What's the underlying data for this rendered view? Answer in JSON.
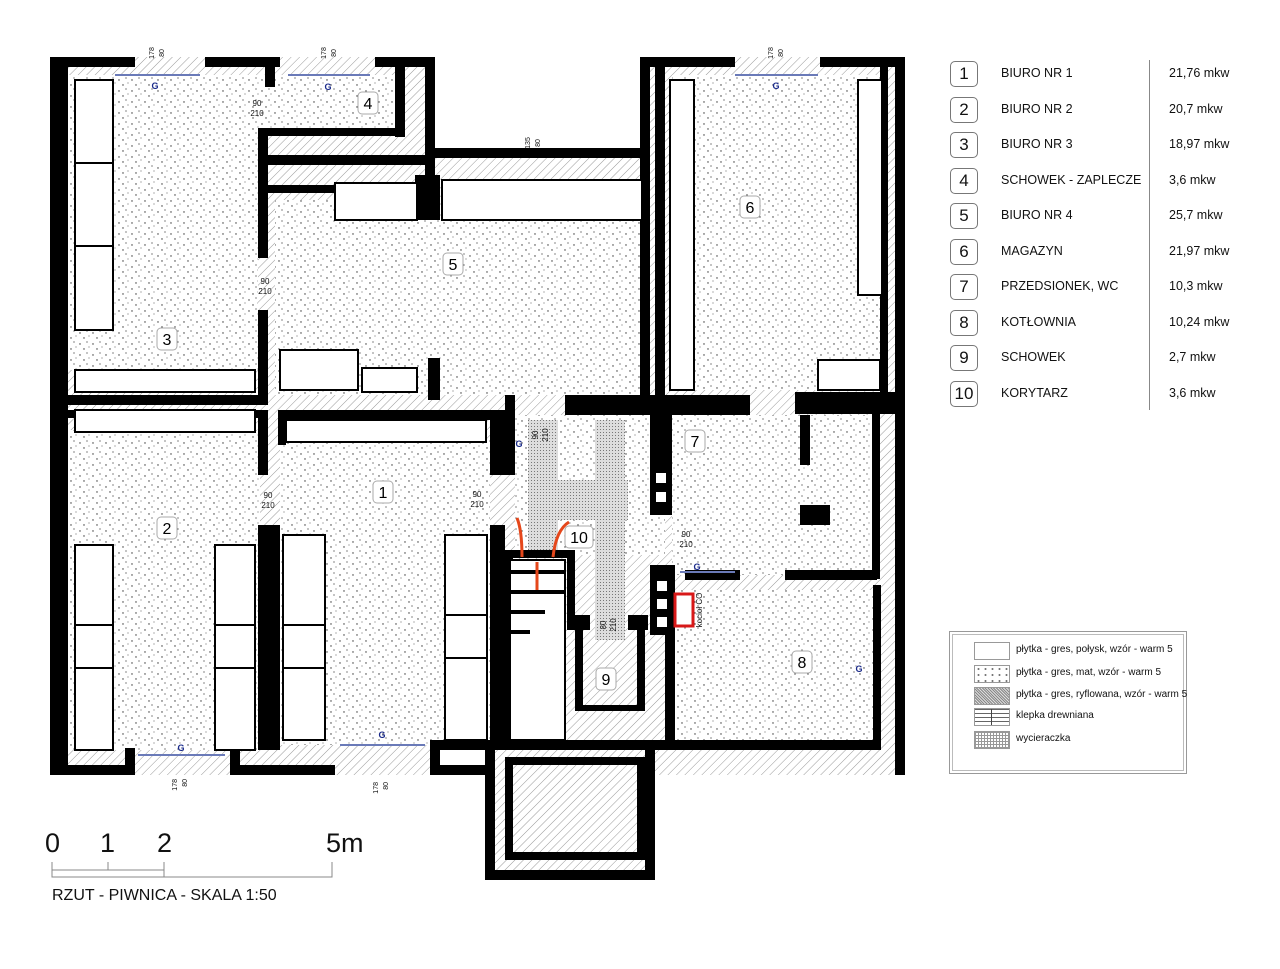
{
  "drawing_title": "RZUT - PIWNICA - SKALA 1:50",
  "scale_bar": {
    "labels": [
      "0",
      "1",
      "2",
      "5m"
    ]
  },
  "rooms": [
    {
      "num": "1",
      "name": "BIURO NR 1",
      "area": "21,76 mkw"
    },
    {
      "num": "2",
      "name": "BIURO NR 2",
      "area": "20,7 mkw"
    },
    {
      "num": "3",
      "name": "BIURO NR 3",
      "area": "18,97 mkw"
    },
    {
      "num": "4",
      "name": "SCHOWEK - ZAPLECZE",
      "area": "3,6 mkw"
    },
    {
      "num": "5",
      "name": "BIURO NR 4",
      "area": "25,7 mkw"
    },
    {
      "num": "6",
      "name": "MAGAZYN",
      "area": "21,97 mkw"
    },
    {
      "num": "7",
      "name": "PRZEDSIONEK, WC",
      "area": "10,3 mkw"
    },
    {
      "num": "8",
      "name": "KOTŁOWNIA",
      "area": "10,24 mkw"
    },
    {
      "num": "9",
      "name": "SCHOWEK",
      "area": "2,7 mkw"
    },
    {
      "num": "10",
      "name": "KORYTARZ",
      "area": "3,6 mkw"
    }
  ],
  "materials_legend": [
    "płytka - gres, połysk, wzór - warm 5",
    "płytka - gres, mat, wzór - warm 5",
    "płytka - gres, ryflowana, wzór - warm 5",
    "klepka drewniana",
    "wycieraczka"
  ],
  "plan_labels": {
    "window_dims": {
      "w178": "178",
      "h80": "80",
      "w135": "135"
    },
    "door_dims": {
      "d90": "90",
      "d80": "80",
      "h210": "210"
    },
    "radiator": "G",
    "boiler": "kocioł CO"
  },
  "colors": {
    "wall": "#000000",
    "arrow": "#e5471b",
    "boiler": "#d81818",
    "radiator": "#1a2a8a"
  }
}
